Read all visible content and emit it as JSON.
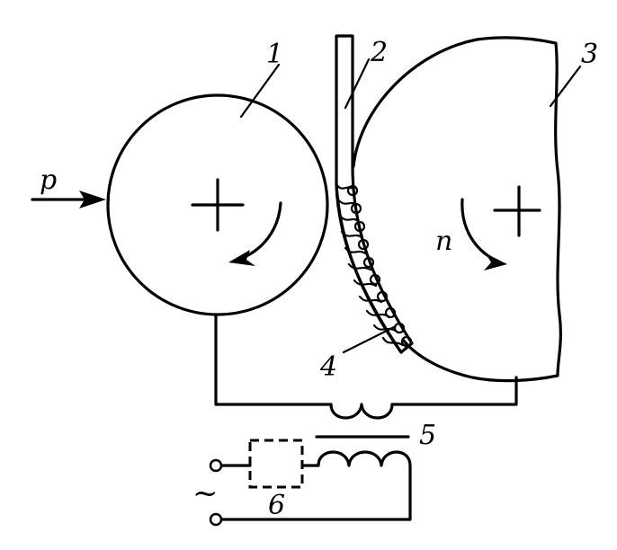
{
  "labels": {
    "roller": "1",
    "strip": "2",
    "workpiece": "3",
    "deposit": "4",
    "transformer": "5",
    "controller": "6",
    "pressure": "p",
    "rotation": "n",
    "ac_source": "~"
  },
  "colors": {
    "line": "#000000",
    "background": "#ffffff"
  },
  "icons": {
    "arrow": "arrow-icon",
    "terminal": "terminal-icon",
    "coil": "coil-icon"
  }
}
